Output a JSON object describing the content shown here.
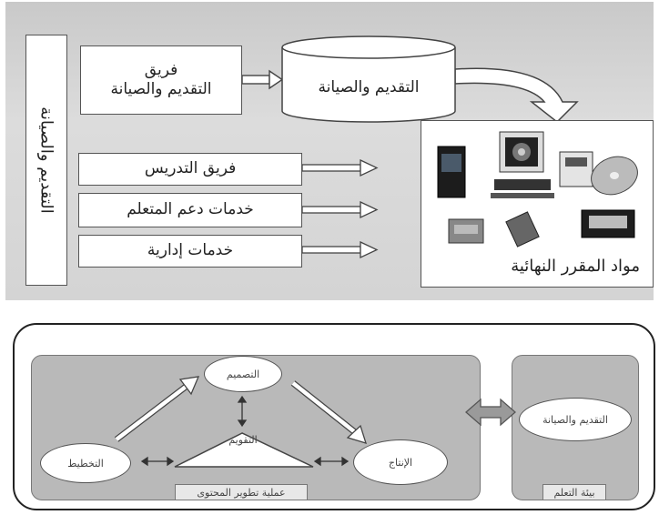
{
  "top_diagram": {
    "side_label": "التقديم والصيانة",
    "team_box": "فريق\nالتقديم والصيانة",
    "cylinder_label": "التقديم والصيانة",
    "rows": [
      "فريق التدريس",
      "خدمات دعم المتعلم",
      "خدمات إدارية"
    ],
    "final_materials_label": "مواد المقرر النهائية"
  },
  "bottom_diagram": {
    "nodes": {
      "design": "التصميم",
      "evaluation": "التقويم",
      "planning": "التخطيط",
      "production": "الإنتاج",
      "delivery": "التقديم والصيانة"
    },
    "process_label": "عملية تطوير المحتوى",
    "environment_label": "بيئة التعلم"
  }
}
